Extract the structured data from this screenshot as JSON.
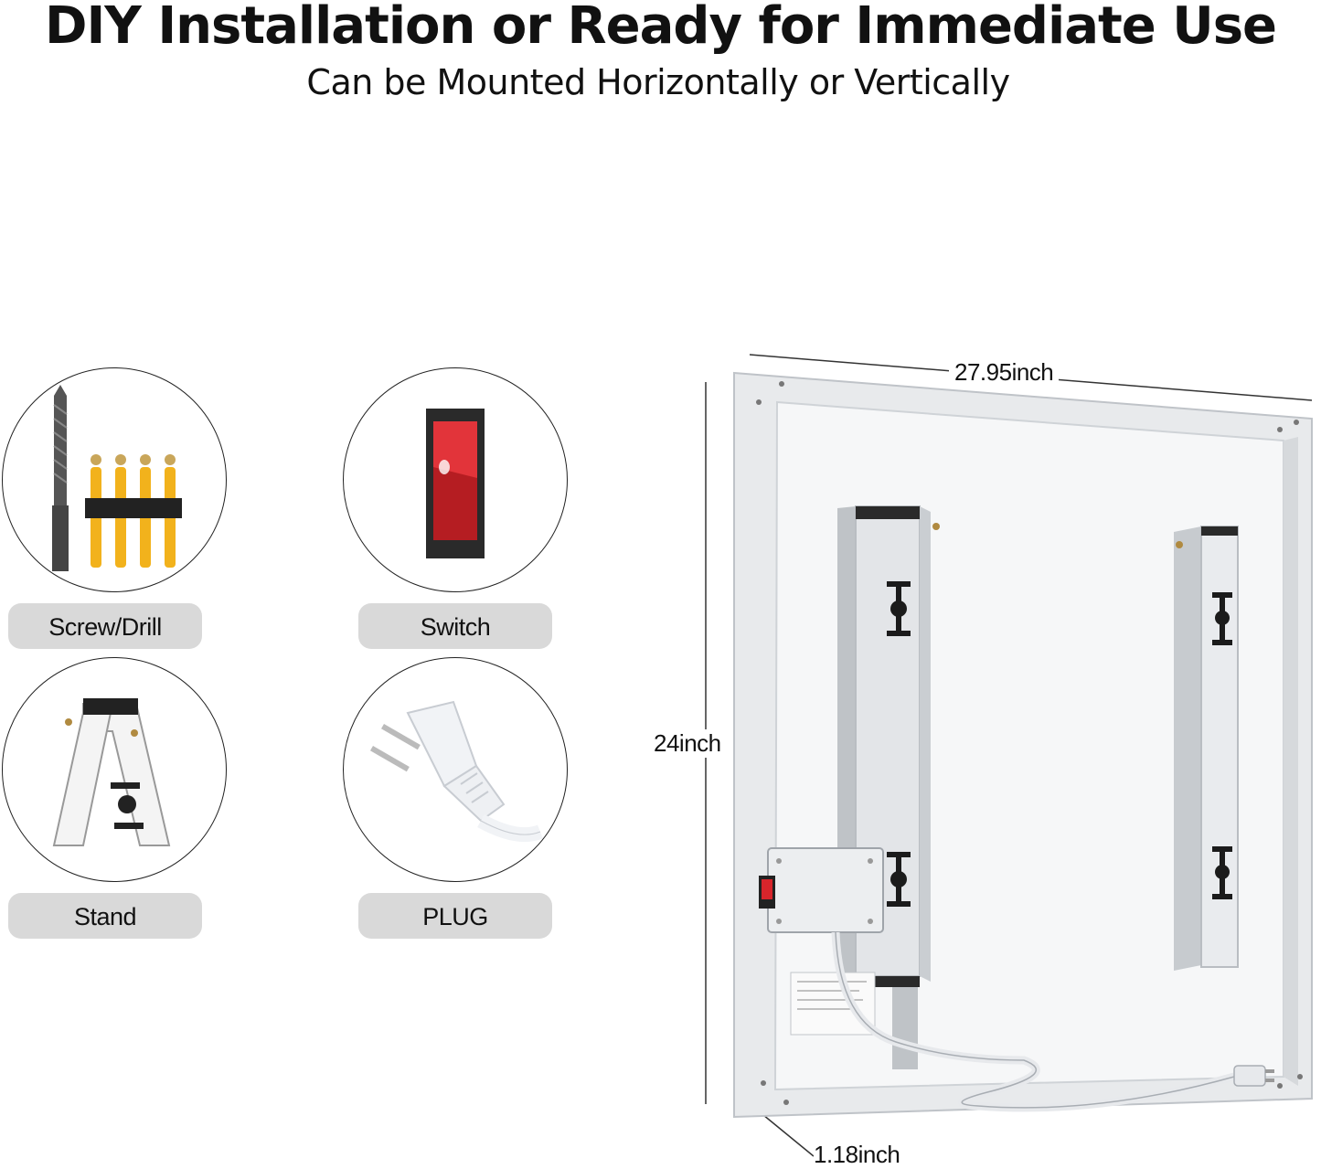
{
  "header": {
    "title": "DIY Installation or Ready for Immediate Use",
    "subtitle": "Can be Mounted Horizontally or Vertically"
  },
  "accessories": [
    {
      "label": "Screw/Drill",
      "icon": "screw-drill-icon"
    },
    {
      "label": "Switch",
      "icon": "rocker-switch-icon"
    },
    {
      "label": "Stand",
      "icon": "stand-icon"
    },
    {
      "label": "PLUG",
      "icon": "plug-icon"
    }
  ],
  "dimensions": {
    "width": "27.95inch",
    "height": "24inch",
    "depth": "1.18inch"
  },
  "colors": {
    "pill_bg": "#d9d9d9",
    "switch_red": "#d8252b",
    "anchor_yellow": "#f2b21c",
    "frame_gray": "#e6e8ea"
  }
}
